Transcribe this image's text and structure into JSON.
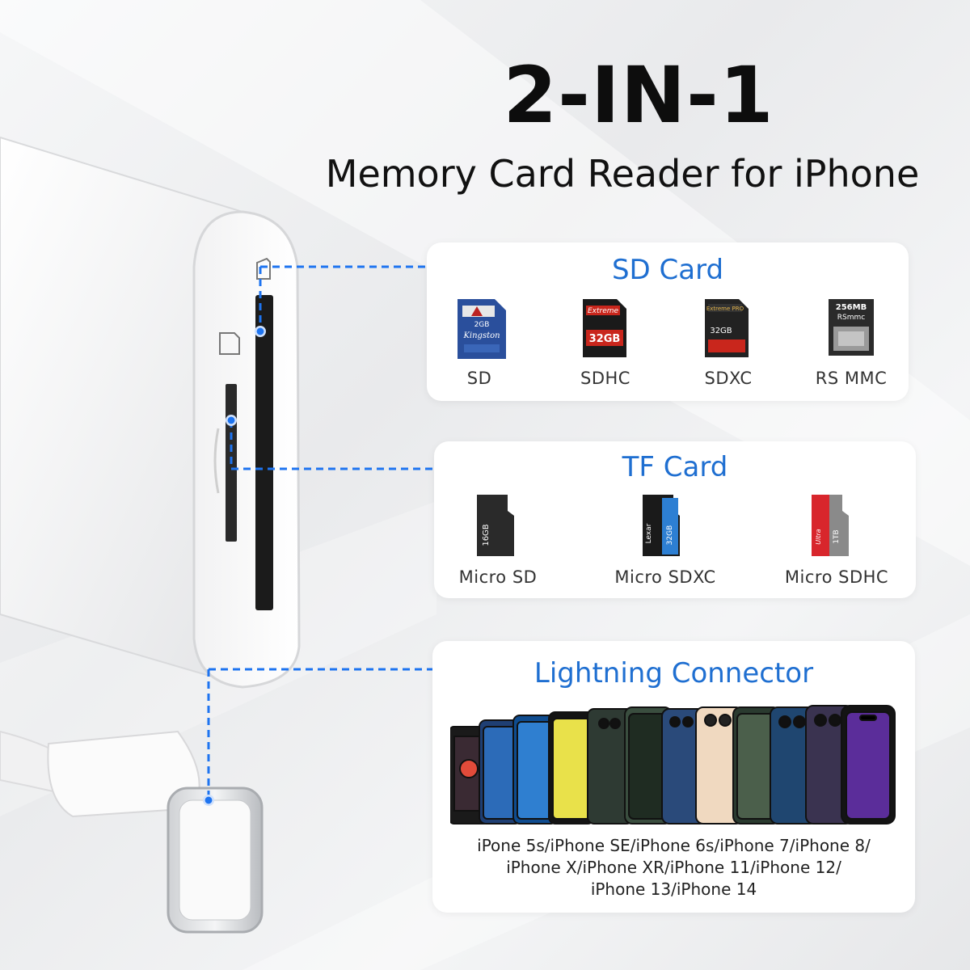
{
  "header": {
    "title": "2-IN-1",
    "subtitle": "Memory Card Reader for iPhone"
  },
  "sd_section": {
    "heading": "SD Card",
    "cards": [
      {
        "label": "SD",
        "icon": "sd-card-icon",
        "color": "#2a4f9c"
      },
      {
        "label": "SDHC",
        "icon": "sdhc-card-icon",
        "color": "#1a1a1a"
      },
      {
        "label": "SDXC",
        "icon": "sdxc-card-icon",
        "color": "#222222"
      },
      {
        "label": "RS MMC",
        "icon": "rs-mmc-card-icon",
        "color": "#2b2b2b"
      }
    ]
  },
  "tf_section": {
    "heading": "TF Card",
    "cards": [
      {
        "label": "Micro SD",
        "icon": "micro-sd-card-icon",
        "color": "#2a2a2a"
      },
      {
        "label": "Micro SDXC",
        "icon": "micro-sdxc-card-icon",
        "color": "#2d7fd3"
      },
      {
        "label": "Micro SDHC",
        "icon": "micro-sdhc-card-icon",
        "color": "#d8262c"
      }
    ]
  },
  "lightning_section": {
    "heading": "Lightning Connector",
    "caption_lines": [
      "iPone 5s/iPhone SE/iPhone 6s/iPhone 7/iPhone 8/",
      "iPhone X/iPhone XR/iPhone 11/iPhone 12/",
      "iPhone 13/iPhone 14"
    ]
  },
  "card_artwork": {
    "sd_1": "2GB",
    "sd_2": "Kingston",
    "sdhc_1": "Extreme",
    "sdhc_2": "32GB",
    "sdxc_1": "Extreme PRO",
    "sdxc_2": "32GB",
    "rsmmc_1": "256MB",
    "rsmmc_2": "RSmmc",
    "msd": "16GB",
    "msdxc_1": "Lexar",
    "msdxc_2": "32GB",
    "msdhc_1": "Ultra",
    "msdhc_2": "1TB"
  },
  "colors": {
    "accent_blue": "#1f6fd1",
    "connector_line": "#1e74f0",
    "panel_bg": "#ffffff"
  }
}
